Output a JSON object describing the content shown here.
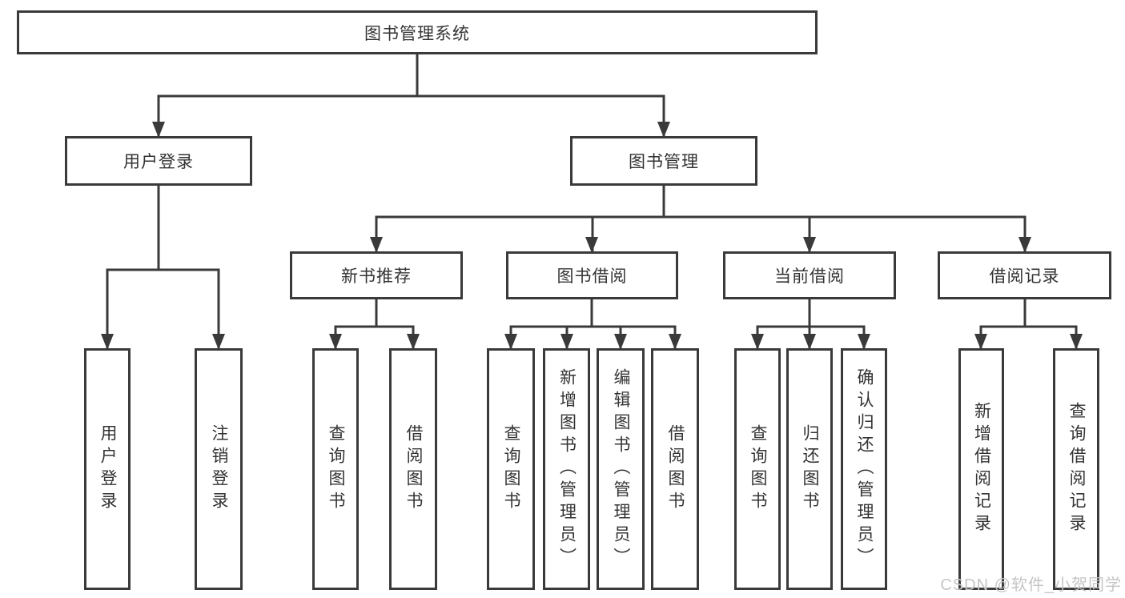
{
  "diagram": {
    "root": "图书管理系统",
    "login": {
      "label": "用户登录",
      "children": [
        "用户登录",
        "注销登录"
      ]
    },
    "mgmt": {
      "label": "图书管理",
      "groups": [
        {
          "label": "新书推荐",
          "children": [
            "查询图书",
            "借阅图书"
          ]
        },
        {
          "label": "图书借阅",
          "children": [
            "查询图书",
            "新增图书（管理员）",
            "编辑图书（管理员）",
            "借阅图书"
          ]
        },
        {
          "label": "当前借阅",
          "children": [
            "查询图书",
            "归还图书",
            "确认归还（管理员）"
          ]
        },
        {
          "label": "借阅记录",
          "children": [
            "新增借阅记录",
            "查询借阅记录"
          ]
        }
      ]
    }
  },
  "colors": {
    "line": "#3a3a3a",
    "text": "#333333",
    "watermark": "#c5c5c5"
  },
  "watermark": "CSDN @软件_小贺同学"
}
